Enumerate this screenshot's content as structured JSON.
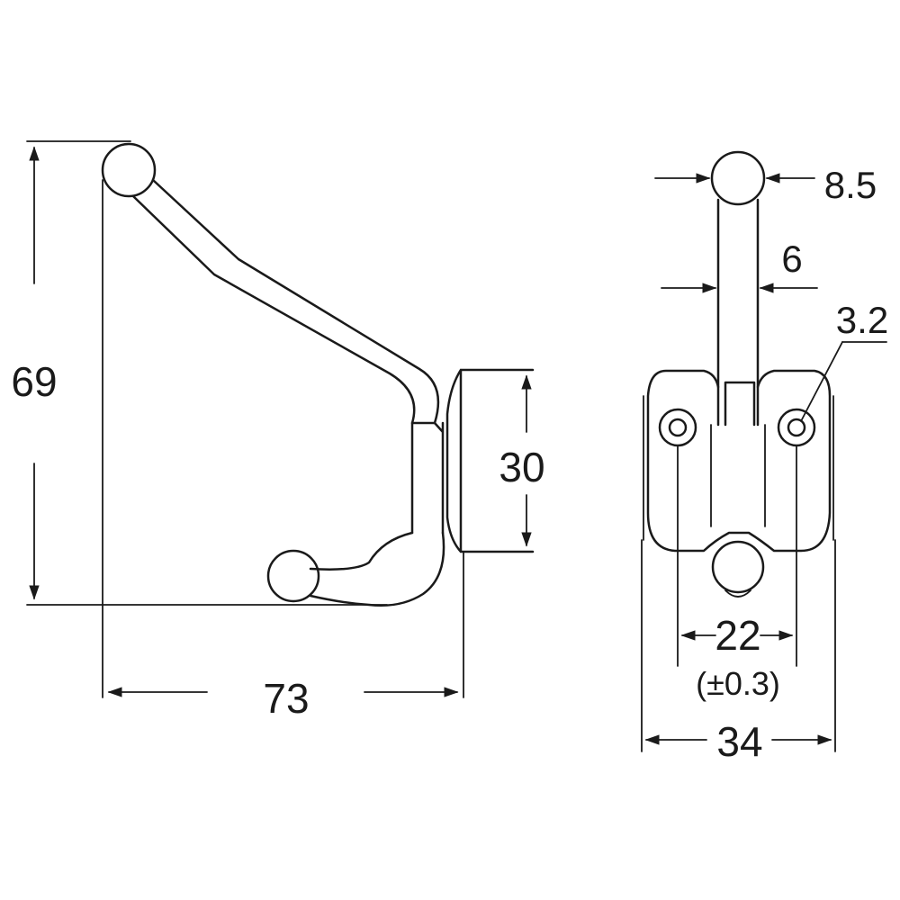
{
  "dimensions": {
    "height_total": "69",
    "width_total": "73",
    "base_height": "30",
    "ball_diameter": "8.5",
    "arm_width": "6",
    "hole_diameter": "3.2",
    "hole_pitch": "22",
    "hole_pitch_tolerance": "(±0.3)",
    "base_width": "34"
  }
}
